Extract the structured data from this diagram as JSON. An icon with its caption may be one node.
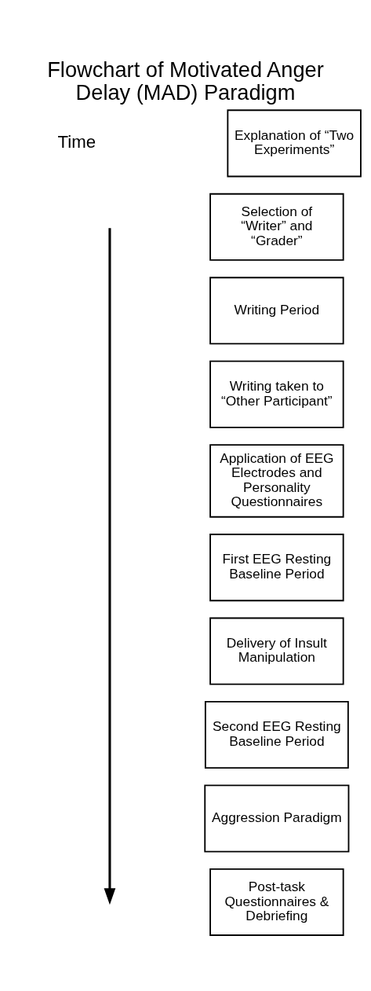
{
  "diagram": {
    "title": "Flowchart of Motivated Anger Delay (MAD) Paradigm",
    "nodes": [
      {
        "text": [
          "Explanation of “Two Experiments”"
        ]
      },
      {
        "text": [
          "Selection of “Writer” and “Grader”"
        ]
      },
      {
        "text": [
          "Writing Period"
        ]
      },
      {
        "text": [
          "Writing taken to “Other Participant”"
        ]
      },
      {
        "text": [
          "Application of EEG Electrodes and Personality Questionnaires"
        ]
      },
      {
        "text": [
          "First EEG Resting Baseline Period"
        ]
      },
      {
        "text": [
          "Delivery of Insult Manipulation"
        ]
      },
      {
        "text": [
          "Second EEG Resting Baseline Period"
        ]
      },
      {
        "text": [
          "Aggression Paradigm"
        ]
      },
      {
        "text": [
          "Post-task Questionnaires & Debriefing"
        ]
      }
    ],
    "labels": [
      "Time"
    ]
  }
}
